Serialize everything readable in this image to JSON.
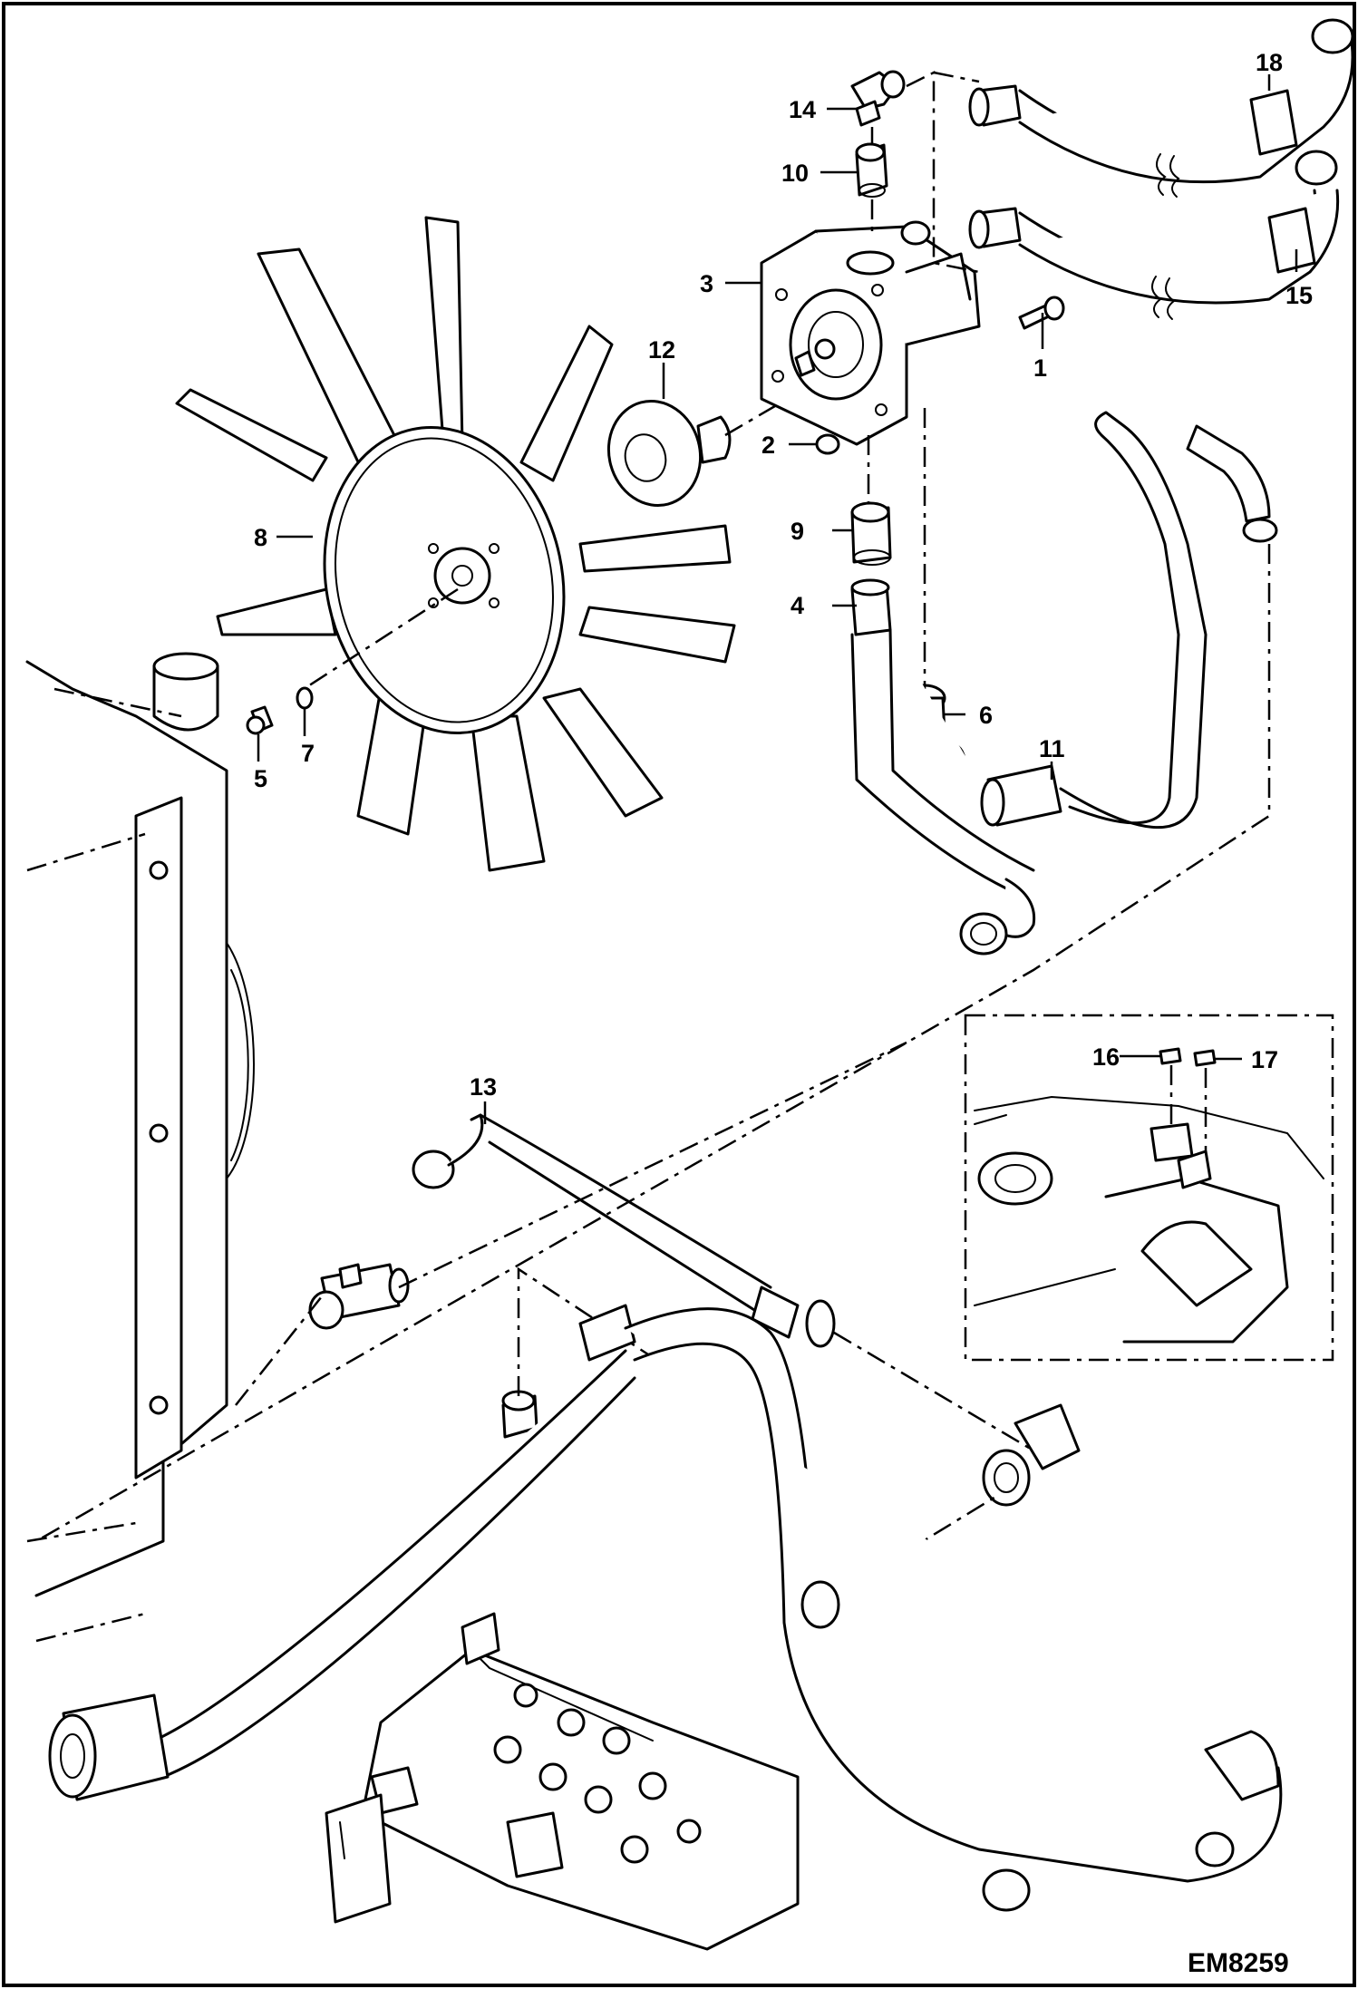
{
  "callouts": [
    {
      "id": "1",
      "label": "1"
    },
    {
      "id": "2",
      "label": "2"
    },
    {
      "id": "3",
      "label": "3"
    },
    {
      "id": "4",
      "label": "4"
    },
    {
      "id": "5",
      "label": "5"
    },
    {
      "id": "6",
      "label": "6"
    },
    {
      "id": "7",
      "label": "7"
    },
    {
      "id": "8",
      "label": "8"
    },
    {
      "id": "9",
      "label": "9"
    },
    {
      "id": "10",
      "label": "10"
    },
    {
      "id": "11",
      "label": "11"
    },
    {
      "id": "12",
      "label": "12"
    },
    {
      "id": "13",
      "label": "13"
    },
    {
      "id": "14",
      "label": "14"
    },
    {
      "id": "15",
      "label": "15"
    },
    {
      "id": "16",
      "label": "16"
    },
    {
      "id": "17",
      "label": "17"
    },
    {
      "id": "18",
      "label": "18"
    }
  ],
  "drawing_code": "EM8259"
}
